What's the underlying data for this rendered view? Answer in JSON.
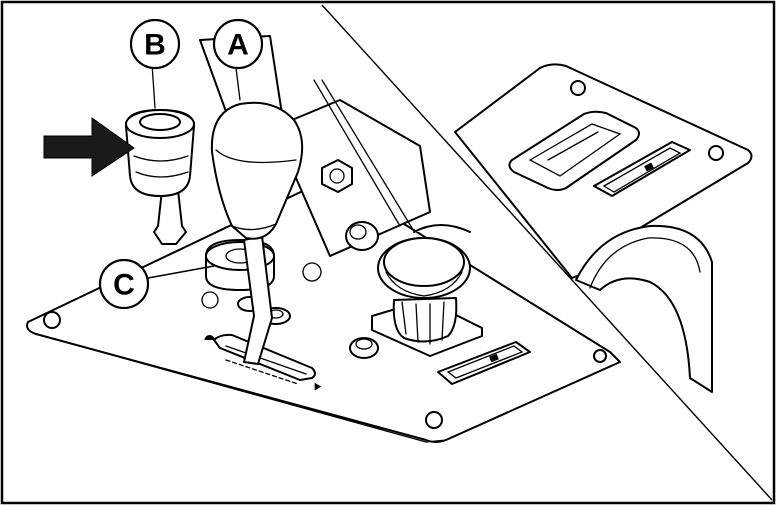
{
  "callouts": {
    "a": {
      "label": "A"
    },
    "b": {
      "label": "B"
    },
    "c": {
      "label": "C"
    }
  },
  "colors": {
    "line": "#000000",
    "background": "#ffffff",
    "highlight_grey": "#8a8a8a",
    "arrow": "#1a1a1a"
  },
  "icons": {
    "arrow": "arrow-right-icon",
    "fuel_gauge": "fuel-gauge-icon",
    "speed_slow": "tortoise-icon",
    "speed_fast": "hare-icon"
  }
}
